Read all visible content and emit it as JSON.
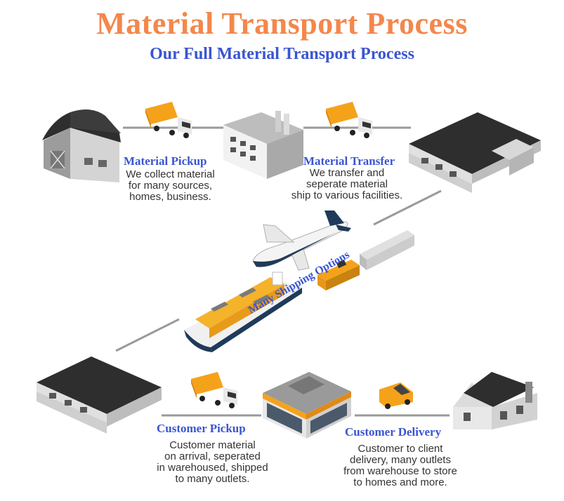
{
  "header": {
    "title": "Material Transport Process",
    "subtitle": "Our Full Material Transport Process"
  },
  "stages": [
    {
      "title": "Material Pickup",
      "description": [
        "We collect material",
        "for many sources,",
        "homes, business."
      ]
    },
    {
      "title": "Material Transfer",
      "description": [
        "We transfer and",
        "seperate material",
        "ship to various facilities."
      ]
    },
    {
      "title": "Customer Pickup",
      "description": [
        "Customer material",
        "on arrival, seperated",
        "in warehoused, shipped",
        "to many outlets."
      ]
    },
    {
      "title": "Customer Delivery",
      "description": [
        "Customer to client",
        "delivery, many outlets",
        "from warehouse to store",
        "to homes and more."
      ]
    }
  ],
  "shipping": {
    "label": "Many Shipping Options"
  },
  "colors": {
    "title": "#f4874b",
    "label": "#3a55d0",
    "truck": "#f5a21b",
    "connector": "#9a9a9a"
  },
  "icons": [
    "barn-icon",
    "truck-icon",
    "factory-icon",
    "warehouse-icon",
    "airplane-icon",
    "train-icon",
    "cargo-ship-icon",
    "storefront-icon",
    "van-icon",
    "house-icon"
  ]
}
